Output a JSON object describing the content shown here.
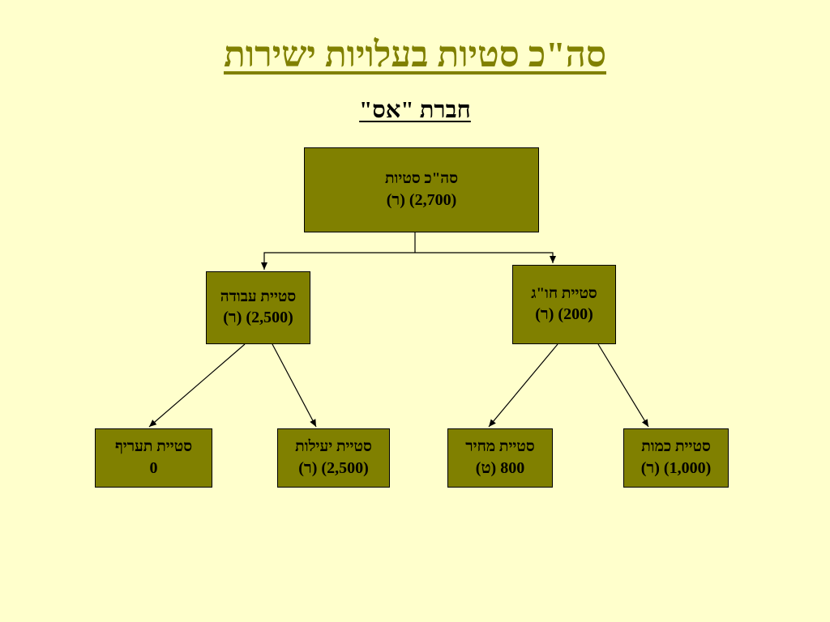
{
  "title": "סה\"כ סטיות בעלויות ישירות",
  "subtitle": "חברת \"אס\"",
  "nodes": {
    "total": {
      "label": "סה\"כ סטיות",
      "value": "(2,700) (ר)"
    },
    "labor": {
      "label": "סטיית עבודה",
      "value": "(2,500) (ר)"
    },
    "material": {
      "label": "סטיית חו\"ג",
      "value": "(200) (ר)"
    },
    "rate": {
      "label": "סטיית תעריף",
      "value": "0"
    },
    "efficiency": {
      "label": "סטיית יעילות",
      "value": "(2,500) (ר)"
    },
    "price": {
      "label": "סטיית מחיר",
      "value": "800 (ט)"
    },
    "quantity": {
      "label": "סטיית כמות",
      "value": "(1,000) (ר)"
    }
  },
  "colors": {
    "background": "#ffffcc",
    "box": "#808000",
    "title": "#808000"
  }
}
